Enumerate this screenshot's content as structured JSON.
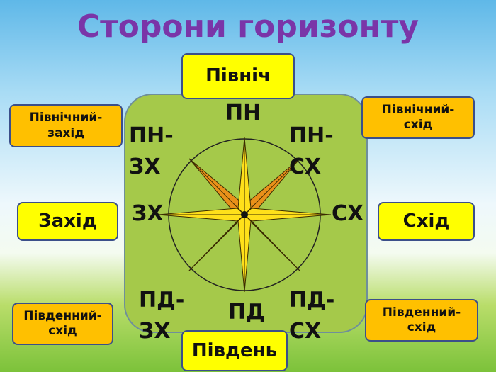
{
  "title": "Сторони горизонту",
  "compass": {
    "n": "ПН",
    "ne_1": "ПН-",
    "ne_2": "СХ",
    "e": "СХ",
    "se_1": "ПД-",
    "se_2": "СХ",
    "s": "ПД",
    "sw_1": "ПД-",
    "sw_2": "ЗХ",
    "w": "ЗХ",
    "nw_1": "ПН-",
    "nw_2": "ЗХ"
  },
  "boxes": {
    "north": "Північ",
    "northwest": "Північний-захід",
    "northeast": "Північний-схід",
    "west": "Захід",
    "east": "Схід",
    "southwest": "Південний-схід",
    "southeast": "Південний-схід",
    "south": "Південь"
  },
  "colors": {
    "title": "#7a35a8",
    "yellow": "#ffff00",
    "orange": "#ffc000",
    "panel": "#a5c94a"
  }
}
